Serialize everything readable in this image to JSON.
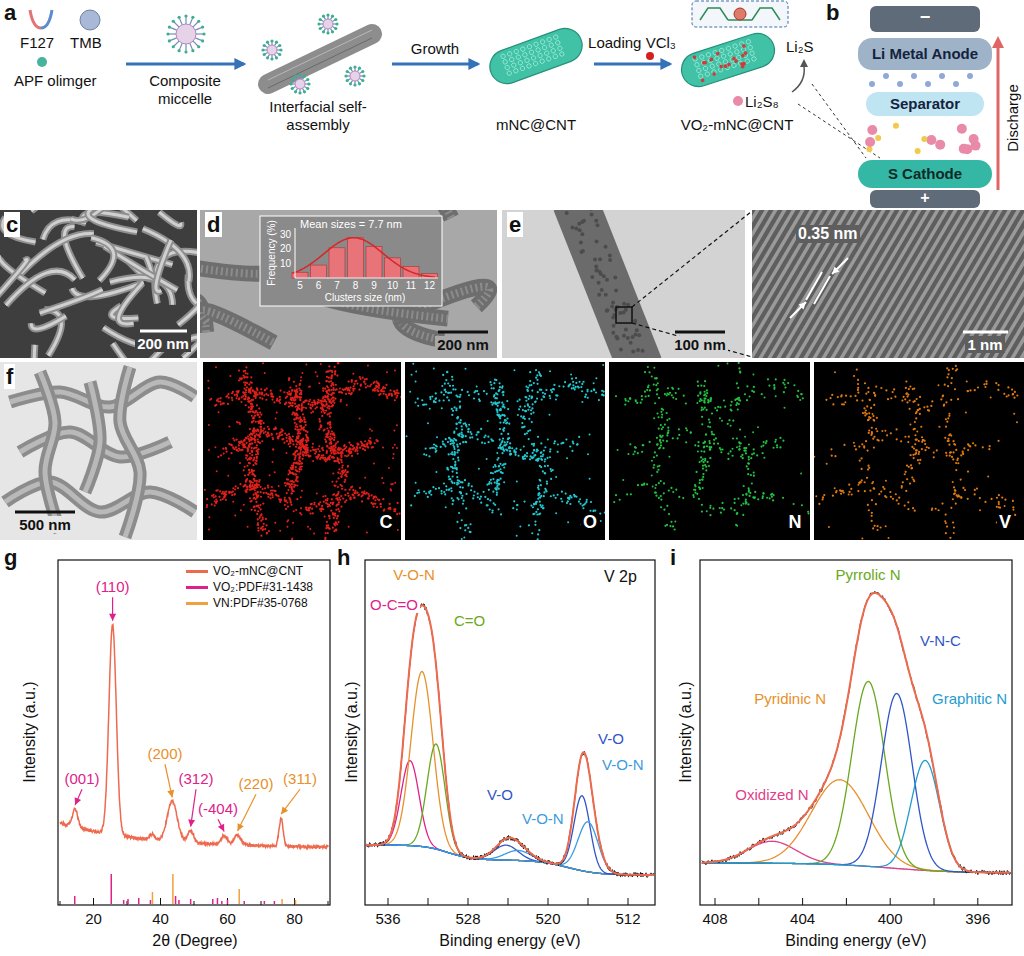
{
  "diagram": {
    "nodes": [
      {
        "text": [
          "F127",
          "TMB",
          "APF olimger"
        ]
      },
      {
        "text": [
          "Interfacial self-assembly"
        ]
      },
      {
        "text": [
          "mNC@CNT"
        ]
      },
      {
        "text": [
          "VO₂-mNC@CNT"
        ]
      },
      {
        "text": [
          "Li Metal Anode"
        ]
      },
      {
        "text": [
          "Separator"
        ]
      },
      {
        "text": [
          "S Cathode"
        ]
      }
    ],
    "edges": [
      {
        "from": 0,
        "to": 1,
        "arrow": "to",
        "label": "Composite miccelle"
      },
      {
        "from": 1,
        "to": 2,
        "arrow": "to",
        "label": "Growth"
      },
      {
        "from": 2,
        "to": 3,
        "arrow": "to",
        "label": "Loading VCl₃"
      }
    ],
    "labels": [
      "a",
      "Li₂S",
      "Li₂S₈",
      "−",
      "+",
      "Discharge",
      "b",
      "c",
      "200 nm",
      "d",
      "Mean sizes = 7.7 nm",
      "30",
      "20",
      "10",
      "Frequency (%)",
      "5",
      "6",
      "7",
      "8",
      "9",
      "10",
      "11",
      "12",
      "Clusters size (nm)",
      "200 nm",
      "e",
      "100 nm",
      "0.35 nm",
      "1 nm",
      "f",
      "500 nm",
      "C",
      "O",
      "N",
      "V",
      "g",
      "Intensity (a.u.)",
      "(110)",
      "(001)",
      "(200)",
      "(312)",
      "(-404)",
      "(220)",
      "(311)",
      "20",
      "40",
      "60",
      "80",
      "2θ (Degree)",
      "h",
      "Intensity (a.u.)",
      "V-O-N",
      "O-C=O",
      "C=O",
      "V 2p",
      "V-O",
      "V-O-N",
      "V-O",
      "V-O-N",
      "536",
      "528",
      "520",
      "512",
      "Binding energy (eV)",
      "i",
      "Intensity (a.u.)",
      "Pyrrolic N",
      "Pyridinic N",
      "V-N-C",
      "Graphitic N",
      "Oxidized N",
      "408",
      "404",
      "400",
      "396",
      "Binding energy (eV)"
    ],
    "legend": [
      {
        "text": "VO₂-mNC@CNT",
        "color": "#ee6a4e"
      },
      {
        "text": "VO₂:PDF#31-1438",
        "color": "#e0218a"
      },
      {
        "text": "VN:PDF#35-0768",
        "color": "#f0a040"
      }
    ]
  }
}
